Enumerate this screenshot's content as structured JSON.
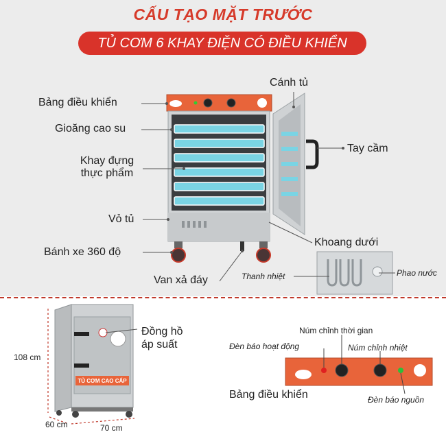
{
  "header": {
    "title": "CẤU TẠO MẶT TRƯỚC",
    "subtitle": "TỦ CƠM 6 KHAY ĐIỆN CÓ ĐIỀU KHIỂN"
  },
  "labels": {
    "control_panel": "Bảng điều khiển",
    "rubber_gasket": "Gioăng cao su",
    "tray_line1": "Khay đựng",
    "tray_line2": "thực phẩm",
    "shell": "Vỏ tủ",
    "wheels": "Bánh xe 360 độ",
    "drain_valve": "Van xả đáy",
    "door": "Cánh tủ",
    "handle": "Tay cầm",
    "lower_compartment": "Khoang dưới",
    "heating_bar": "Thanh nhiệt",
    "water_float": "Phao nước"
  },
  "lower": {
    "gauge_line1": "Đồng hồ",
    "gauge_line2": "áp suất",
    "height": "108 cm",
    "depth": "60 cm",
    "width": "70 cm",
    "cabinet_plate": "TỦ CƠM CAO CẤP",
    "panel_caption": "Bảng điều khiển",
    "timer_knob": "Núm chỉnh thời gian",
    "active_light": "Đèn báo hoạt động",
    "temp_knob": "Núm chỉnh nhiệt",
    "power_light": "Đèn báo nguồn"
  },
  "colors": {
    "accent": "#d9332a",
    "panel": "#e8643a",
    "steel": "#c9ccce",
    "tray": "#6fd0e0"
  }
}
